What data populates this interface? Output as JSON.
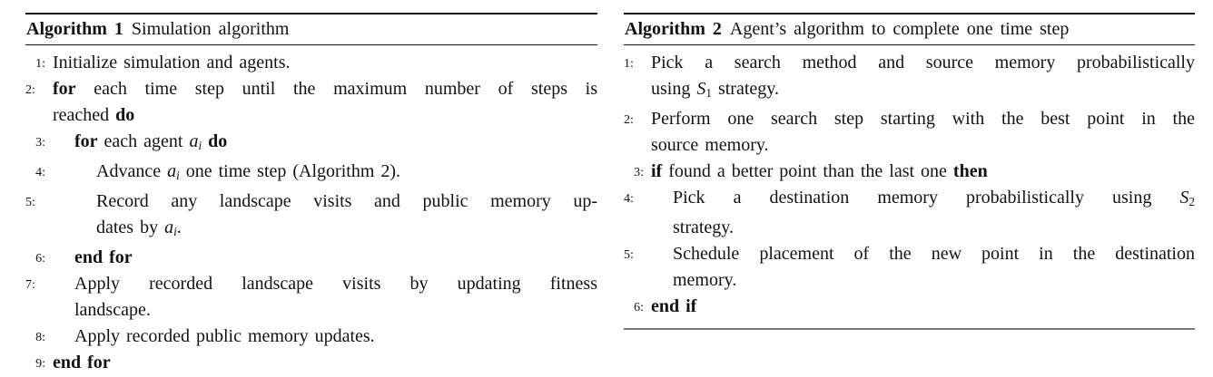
{
  "page": {
    "background": "#ffffff",
    "text_color": "#121212",
    "rule_color": "#151515",
    "bottom_rule_color": "#7a7a7a"
  },
  "algorithms": [
    {
      "label": "Algorithm 1",
      "title": "Simulation algorithm",
      "bottom_rule": false,
      "steps": [
        {
          "num": "1:",
          "indent": 0,
          "rows": [
            [
              {
                "t": "Initialize simulation and agents."
              }
            ]
          ]
        },
        {
          "num": "2:",
          "indent": 0,
          "rows": [
            [
              {
                "t": "for",
                "b": true
              },
              {
                "t": " each time step until the maximum number of steps is"
              }
            ],
            [
              {
                "t": "reached "
              },
              {
                "t": "do",
                "b": true
              }
            ]
          ]
        },
        {
          "num": "3:",
          "indent": 1,
          "rows": [
            [
              {
                "t": "for",
                "b": true
              },
              {
                "t": " each agent "
              },
              {
                "t": "a",
                "i": true
              },
              {
                "t": "i",
                "i": true,
                "sub": true
              },
              {
                "t": " "
              },
              {
                "t": "do",
                "b": true
              }
            ]
          ]
        },
        {
          "num": "4:",
          "indent": 2,
          "rows": [
            [
              {
                "t": "Advance "
              },
              {
                "t": "a",
                "i": true
              },
              {
                "t": "i",
                "i": true,
                "sub": true
              },
              {
                "t": " one time step (Algorithm 2)."
              }
            ]
          ]
        },
        {
          "num": "5:",
          "indent": 2,
          "rows": [
            [
              {
                "t": "Record any landscape visits and public memory up-"
              }
            ],
            [
              {
                "t": "dates by "
              },
              {
                "t": "a",
                "i": true
              },
              {
                "t": "i",
                "i": true,
                "sub": true
              },
              {
                "t": "."
              }
            ]
          ]
        },
        {
          "num": "6:",
          "indent": 1,
          "rows": [
            [
              {
                "t": "end for",
                "b": true
              }
            ]
          ]
        },
        {
          "num": "7:",
          "indent": 1,
          "rows": [
            [
              {
                "t": "Apply recorded landscape visits by updating fitness"
              }
            ],
            [
              {
                "t": "landscape."
              }
            ]
          ]
        },
        {
          "num": "8:",
          "indent": 1,
          "rows": [
            [
              {
                "t": "Apply recorded public memory updates."
              }
            ]
          ]
        },
        {
          "num": "9:",
          "indent": 0,
          "rows": [
            [
              {
                "t": "end for",
                "b": true
              }
            ]
          ]
        }
      ]
    },
    {
      "label": "Algorithm 2",
      "title": "Agent’s algorithm to complete one time step",
      "bottom_rule": true,
      "steps": [
        {
          "num": "1:",
          "indent": 0,
          "rows": [
            [
              {
                "t": "Pick a search method and source memory probabilistically"
              }
            ],
            [
              {
                "t": "using "
              },
              {
                "t": "S",
                "i": true
              },
              {
                "t": "1",
                "sub": true
              },
              {
                "t": " strategy."
              }
            ]
          ]
        },
        {
          "num": "2:",
          "indent": 0,
          "rows": [
            [
              {
                "t": "Perform one search step starting with the best point in the"
              }
            ],
            [
              {
                "t": "source memory."
              }
            ]
          ]
        },
        {
          "num": "3:",
          "indent": 0,
          "rows": [
            [
              {
                "t": "if",
                "b": true
              },
              {
                "t": " found a better point than the last one "
              },
              {
                "t": "then",
                "b": true
              }
            ]
          ]
        },
        {
          "num": "4:",
          "indent": 1,
          "rows": [
            [
              {
                "t": "Pick a destination memory probabilistically using "
              },
              {
                "t": "S",
                "i": true
              },
              {
                "t": "2",
                "sub": true
              }
            ],
            [
              {
                "t": "strategy."
              }
            ]
          ]
        },
        {
          "num": "5:",
          "indent": 1,
          "rows": [
            [
              {
                "t": "Schedule placement of the new point in the destination"
              }
            ],
            [
              {
                "t": "memory."
              }
            ]
          ]
        },
        {
          "num": "6:",
          "indent": 0,
          "rows": [
            [
              {
                "t": "end if",
                "b": true
              }
            ]
          ]
        }
      ]
    }
  ]
}
